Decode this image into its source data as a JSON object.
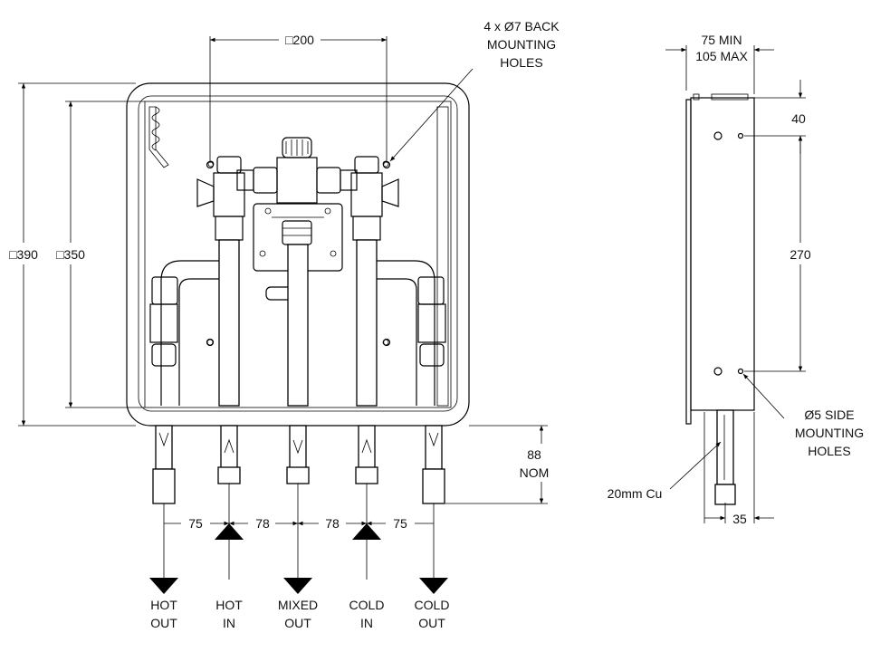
{
  "dimensions": {
    "top_width": "□200",
    "overall_height": "□390",
    "inner_height": "□350",
    "back_holes_line1": "4 x Ø7 BACK",
    "back_holes_line2": "MOUNTING",
    "back_holes_line3": "HOLES",
    "depth_line1": "75 MIN",
    "depth_line2": "105 MAX",
    "side_top": "40",
    "side_hole_spacing": "270",
    "side_holes_line1": "Ø5 SIDE",
    "side_holes_line2": "MOUNTING",
    "side_holes_line3": "HOLES",
    "pipe_label": "20mm Cu",
    "pipe_offset": "35",
    "pipe_projection_line1": "88",
    "pipe_projection_line2": "NOM",
    "spacing_1": "75",
    "spacing_2": "78",
    "spacing_3": "78",
    "spacing_4": "75"
  },
  "connections": [
    {
      "line1": "HOT",
      "line2": "OUT"
    },
    {
      "line1": "HOT",
      "line2": "IN"
    },
    {
      "line1": "MIXED",
      "line2": "OUT"
    },
    {
      "line1": "COLD",
      "line2": "IN"
    },
    {
      "line1": "COLD",
      "line2": "OUT"
    }
  ]
}
